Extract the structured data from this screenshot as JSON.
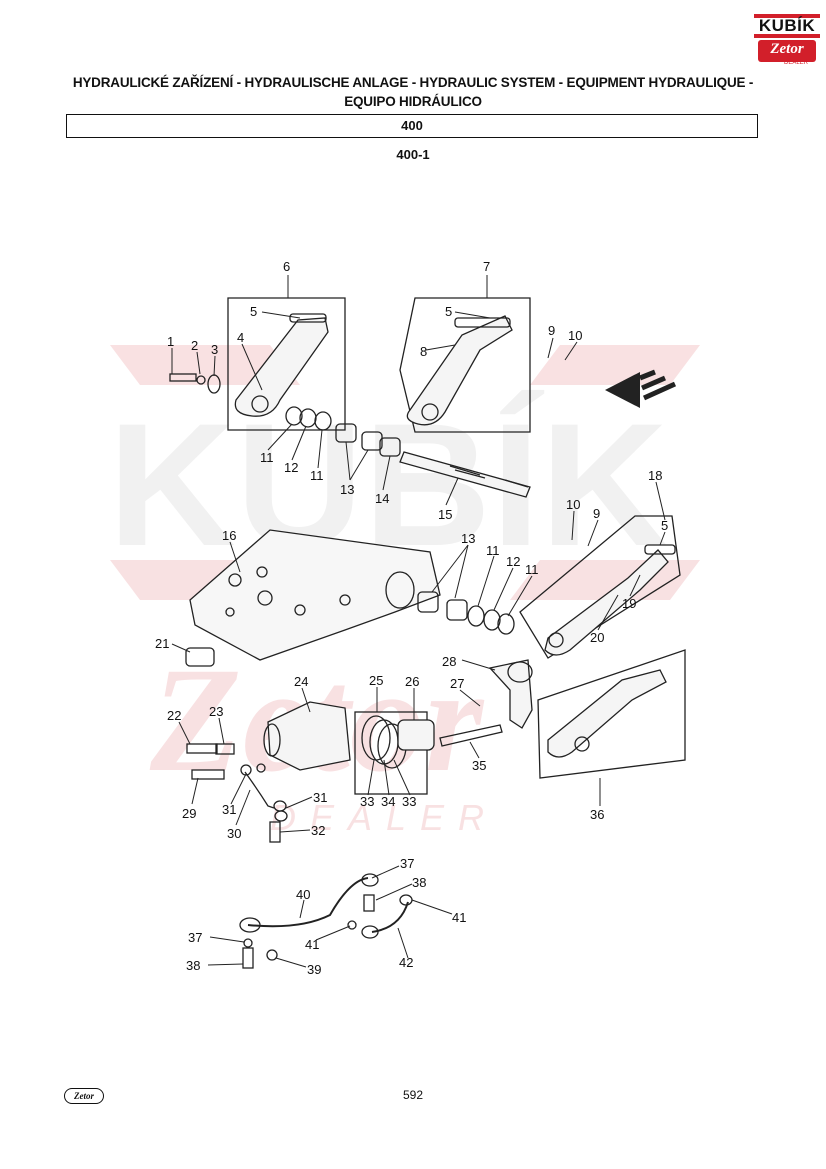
{
  "brand": {
    "logo_text": "KUBÍK",
    "logo_sub_brand": "Zetor",
    "logo_caption": "DEALER",
    "colors": {
      "brand_red": "#d21f2a",
      "watermark_red": "#f4c9cb",
      "watermark_gray": "#e6e6e6"
    }
  },
  "header": {
    "title_line1": "HYDRAULICKÉ ZAŘÍZENÍ - HYDRAULISCHE ANLAGE - HYDRAULIC SYSTEM - EQUIPMENT HYDRAULIQUE -",
    "title_line2": "EQUIPO HIDRÁULICO",
    "group_code": "400",
    "subgroup_code": "400-1"
  },
  "watermark": {
    "text": "KUBÍK",
    "sub_text": "Zetor",
    "caption": "DEALER"
  },
  "callouts": [
    "6",
    "7",
    "5",
    "5",
    "1",
    "2",
    "3",
    "4",
    "8",
    "9",
    "10",
    "11",
    "12",
    "11",
    "13",
    "14",
    "15",
    "18",
    "10",
    "9",
    "5",
    "16",
    "13",
    "11",
    "12",
    "11",
    "19",
    "20",
    "21",
    "28",
    "24",
    "25",
    "26",
    "27",
    "22",
    "23",
    "35",
    "29",
    "31",
    "31",
    "30",
    "32",
    "33",
    "34",
    "33",
    "36",
    "37",
    "38",
    "40",
    "41",
    "41",
    "37",
    "42",
    "38",
    "39"
  ],
  "footer": {
    "logo_text": "Zetor",
    "page_number": "592"
  }
}
